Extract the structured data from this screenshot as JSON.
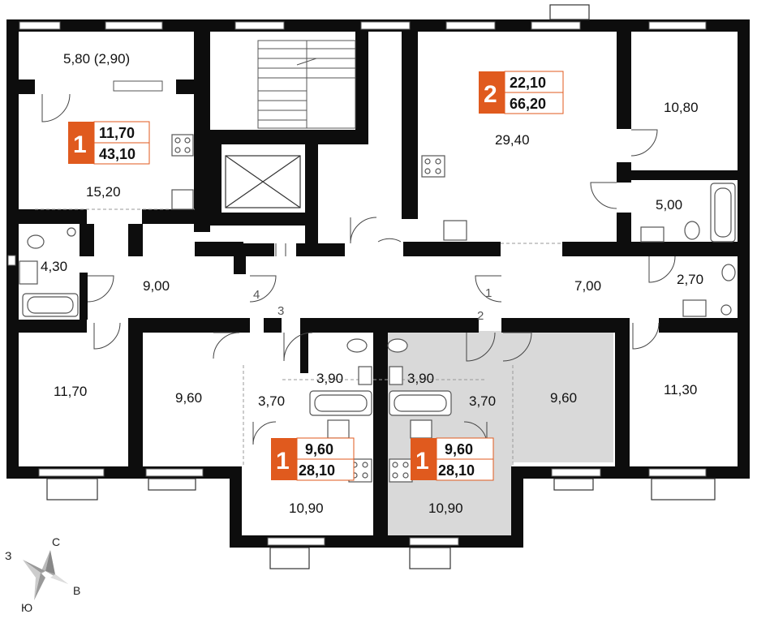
{
  "rooms": [
    {
      "id": "nw-corridor",
      "area": "5,80 (2,90)"
    },
    {
      "id": "apt1-kitchen",
      "area": "15,20"
    },
    {
      "id": "w-bath",
      "area": "4,30"
    },
    {
      "id": "hall",
      "area": "9,00"
    },
    {
      "id": "sw-room",
      "area": "11,70"
    },
    {
      "id": "w-room",
      "area": "9,60"
    },
    {
      "id": "c-hall-left",
      "area": "3,70"
    },
    {
      "id": "c-bath-left",
      "area": "3,90"
    },
    {
      "id": "c-bath-right",
      "area": "3,90"
    },
    {
      "id": "c-hall-right",
      "area": "3,70"
    },
    {
      "id": "e-room-grey",
      "area": "9,60"
    },
    {
      "id": "c-room-left",
      "area": "10,90"
    },
    {
      "id": "c-room-right",
      "area": "10,90"
    },
    {
      "id": "apt2-living",
      "area": "29,40"
    },
    {
      "id": "ne-room",
      "area": "10,80"
    },
    {
      "id": "e-bath",
      "area": "5,00"
    },
    {
      "id": "e-hall",
      "area": "7,00"
    },
    {
      "id": "e-wc",
      "area": "2,70"
    },
    {
      "id": "se-room",
      "area": "11,30"
    }
  ],
  "apartments": [
    {
      "id": "apt-nw",
      "rooms": "1",
      "living": "11,70",
      "total": "43,10"
    },
    {
      "id": "apt-ne",
      "rooms": "2",
      "living": "22,10",
      "total": "66,20"
    },
    {
      "id": "apt-c1",
      "rooms": "1",
      "living": "9,60",
      "total": "28,10"
    },
    {
      "id": "apt-c2",
      "rooms": "1",
      "living": "9,60",
      "total": "28,10"
    }
  ],
  "doors": [
    "1",
    "2",
    "3",
    "4"
  ],
  "compass": {
    "n": "С",
    "e": "В",
    "s": "Ю",
    "w": "З"
  },
  "colors": {
    "wall": "#0d0d0d",
    "accent": "#e05a1e",
    "highlight": "#d9d9d9",
    "fixture": "#555555"
  }
}
